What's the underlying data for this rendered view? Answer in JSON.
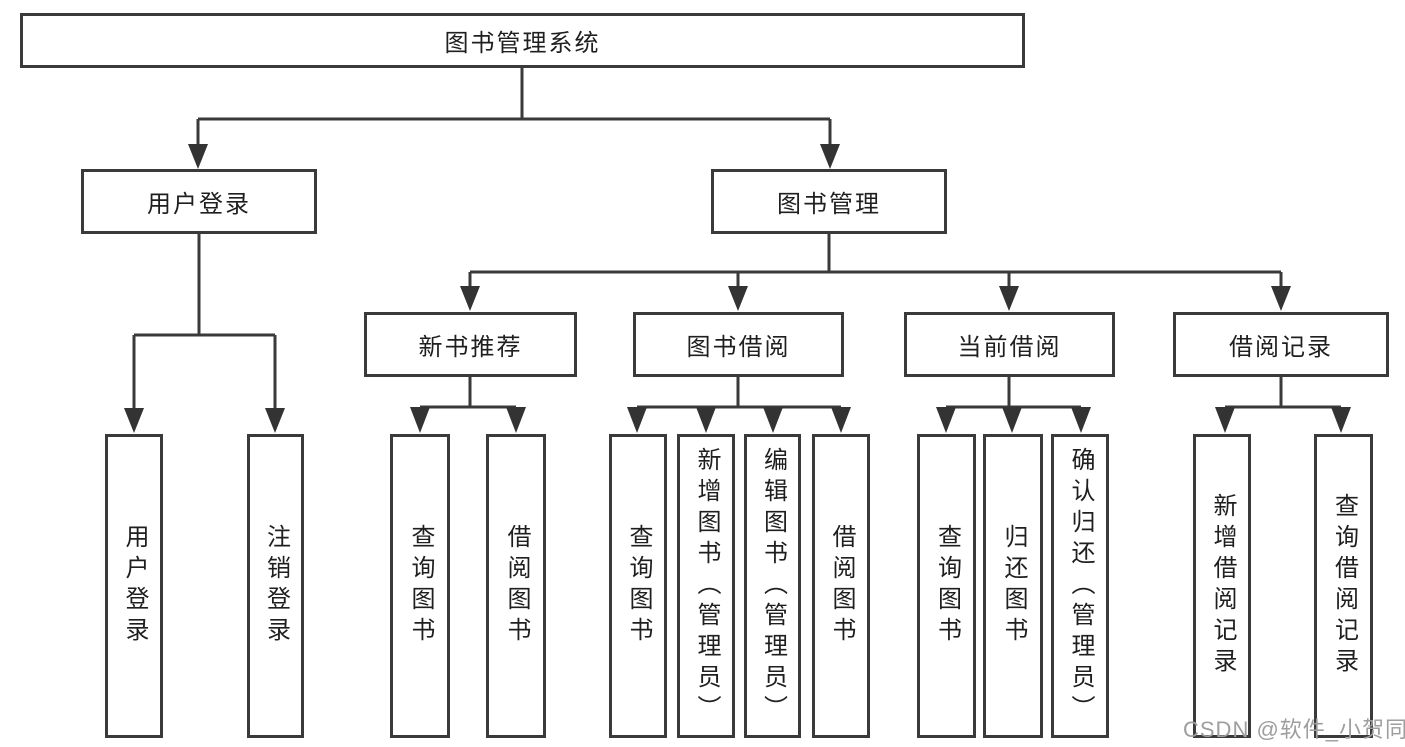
{
  "diagram": {
    "background_color": "#ffffff",
    "line_color": "#3a3a3a",
    "text_color": "#1f1f1f",
    "watermark": "CSDN @软件_小贺同学",
    "watermark_color": "#9e9e9e",
    "tree": {
      "label": "图书管理系统",
      "children": [
        {
          "label": "用户登录",
          "children": [
            {
              "label": "用户登录"
            },
            {
              "label": "注销登录"
            }
          ]
        },
        {
          "label": "图书管理",
          "children": [
            {
              "label": "新书推荐",
              "children": [
                {
                  "label": "查询图书"
                },
                {
                  "label": "借阅图书"
                }
              ]
            },
            {
              "label": "图书借阅",
              "children": [
                {
                  "label": "查询图书"
                },
                {
                  "label": "新增图书（管理员）"
                },
                {
                  "label": "编辑图书（管理员）"
                },
                {
                  "label": "借阅图书"
                }
              ]
            },
            {
              "label": "当前借阅",
              "children": [
                {
                  "label": "查询图书"
                },
                {
                  "label": "归还图书"
                },
                {
                  "label": "确认归还（管理员）"
                }
              ]
            },
            {
              "label": "借阅记录",
              "children": [
                {
                  "label": "新增借阅记录"
                },
                {
                  "label": "查询借阅记录"
                }
              ]
            }
          ]
        }
      ]
    }
  }
}
